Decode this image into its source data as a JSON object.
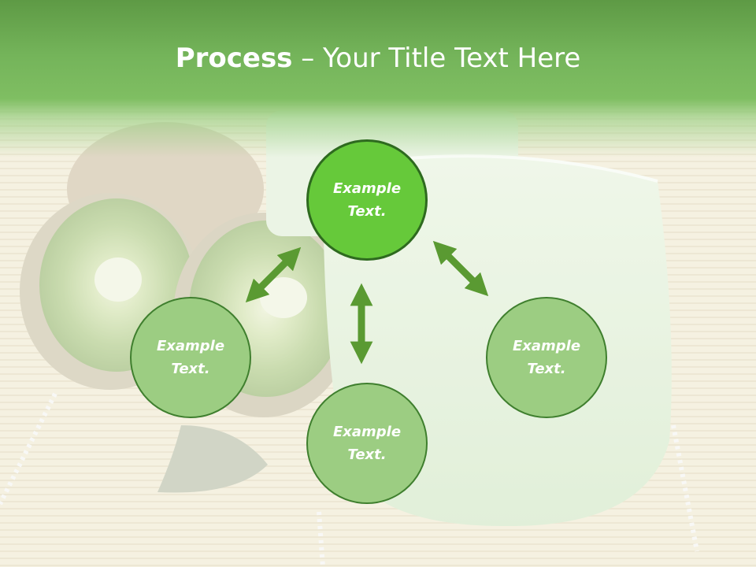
{
  "slide": {
    "title_bold": "Process",
    "title_rest": " – Your Title Text Here"
  },
  "diagram": {
    "center": "Example\nText.",
    "left": "Example\nText.",
    "bottom": "Example\nText.",
    "right": "Example\nText."
  },
  "colors": {
    "title_band": "#74b45a",
    "center_node": "#66c93a",
    "outer_node": "#9ccd82",
    "arrow": "#5a9a32",
    "node_border": "#3f7f2e"
  }
}
